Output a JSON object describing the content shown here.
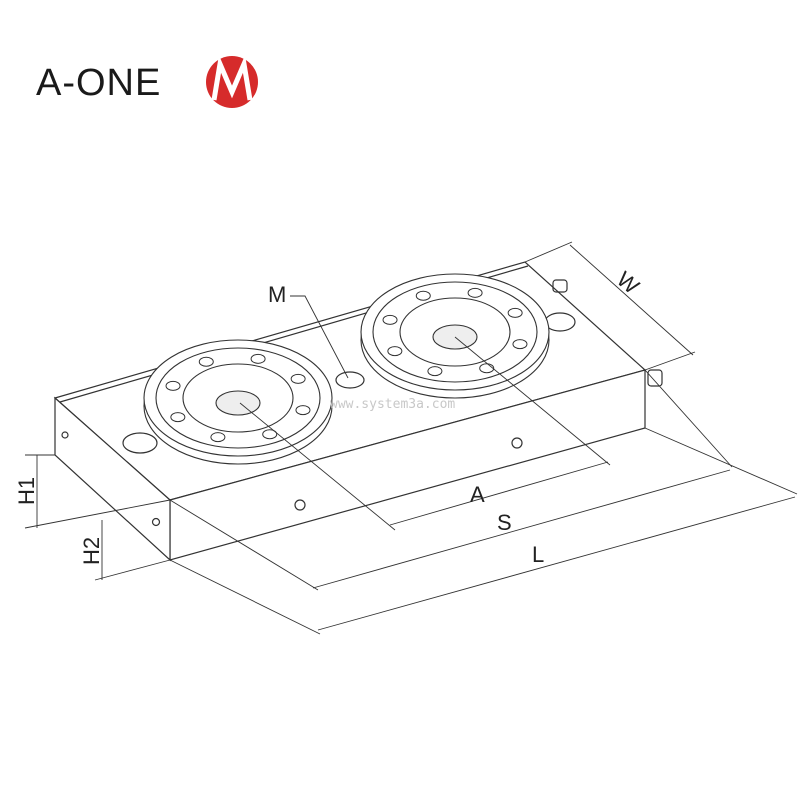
{
  "logo": {
    "text": "A-ONE",
    "mark_color": "#d62b2b"
  },
  "watermark": "www.system3a.com",
  "chuck_label": "A-ONE",
  "dimensions": {
    "M": "M",
    "W": "W",
    "H1": "H1",
    "H2": "H2",
    "A": "A",
    "S": "S",
    "L": "L"
  }
}
